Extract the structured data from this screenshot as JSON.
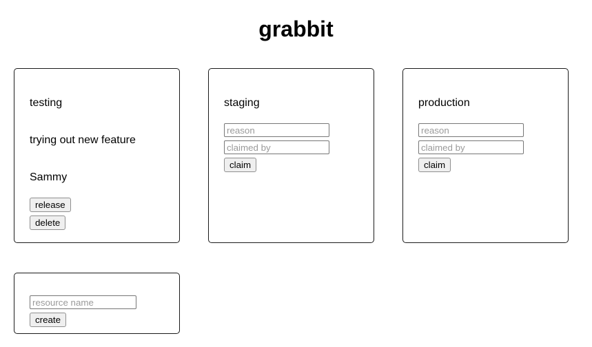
{
  "app": {
    "title": "grabbit"
  },
  "resources": [
    {
      "name": "testing",
      "state": "claimed",
      "reason": "trying out new feature",
      "claimed_by": "Sammy",
      "actions": [
        {
          "id": "release",
          "label": "release"
        },
        {
          "id": "delete",
          "label": "delete"
        }
      ]
    },
    {
      "name": "staging",
      "state": "free",
      "reason_placeholder": "reason",
      "claimed_by_placeholder": "claimed by",
      "reason_value": "",
      "claimed_by_value": "",
      "actions": [
        {
          "id": "claim",
          "label": "claim"
        }
      ]
    },
    {
      "name": "production",
      "state": "free",
      "reason_placeholder": "reason",
      "claimed_by_placeholder": "claimed by",
      "reason_value": "",
      "claimed_by_value": "",
      "actions": [
        {
          "id": "claim",
          "label": "claim"
        }
      ]
    }
  ],
  "create_form": {
    "resource_name_placeholder": "resource name",
    "resource_name_value": "",
    "create_label": "create"
  },
  "colors": {
    "background": "#ffffff",
    "text": "#000000",
    "card_border": "#1a1a1a",
    "input_border": "#767676",
    "placeholder": "#9a9a9a",
    "button_face": "#efefef",
    "button_border": "#8f8f8f"
  }
}
